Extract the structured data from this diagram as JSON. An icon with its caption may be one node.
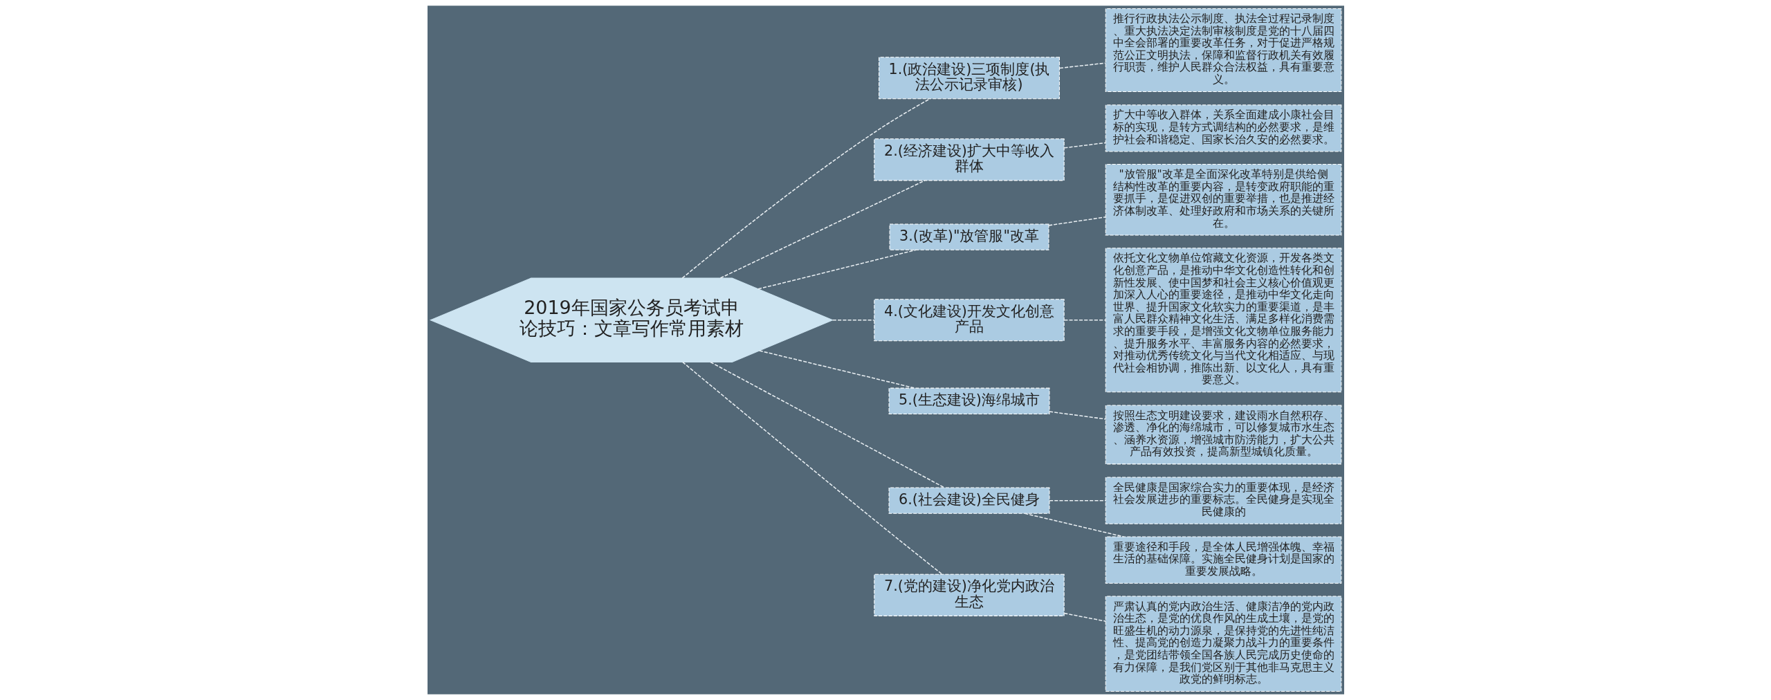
{
  "diagram": {
    "nodes": [
      {
        "text": [
          "2019年国家公务员考试申论技巧：文章写作常用素材"
        ]
      },
      {
        "text": [
          "1.(政治建设)三项制度(执法公示记录审核)"
        ]
      },
      {
        "text": [
          "推行行政执法公示制度、执法全过程记录制度、重大执法决定法制审核制度是党的十八届四中全会部署的重要改革任务，对于促进严格规范公正文明执法，保障和监督行政机关有效履行职责，维护人民群众合法权益，具有重要意义。"
        ]
      },
      {
        "text": [
          "2.(经济建设)扩大中等收入群体"
        ]
      },
      {
        "text": [
          "扩大中等收入群体，关系全面建成小康社会目标的实现，是转方式调结构的必然要求，是维护社会和谐稳定、国家长治久安的必然要求。"
        ]
      },
      {
        "text": [
          "3.(改革)\"放管服\"改革"
        ]
      },
      {
        "text": [
          "\"放管服\"改革是全面深化改革特别是供给侧结构性改革的重要内容，是转变政府职能的重要抓手，是促进双创的重要举措，也是推进经济体制改革、处理好政府和市场关系的关键所在。"
        ]
      },
      {
        "text": [
          "4.(文化建设)开发文化创意产品"
        ]
      },
      {
        "text": [
          "依托文化文物单位馆藏文化资源，开发各类文化创意产品，是推动中华文化创造性转化和创新性发展、使中国梦和社会主义核心价值观更加深入人心的重要途径，是推动中华文化走向世界、提升国家文化软实力的重要渠道，是丰富人民群众精神文化生活、满足多样化消费需求的重要手段，是增强文化文物单位服务能力、提升服务水平、丰富服务内容的必然要求，对推动优秀传统文化与当代文化相适应、与现代社会相协调，推陈出新、以文化人，具有重要意义。"
        ]
      },
      {
        "text": [
          "5.(生态建设)海绵城市"
        ]
      },
      {
        "text": [
          "按照生态文明建设要求，建设雨水自然积存、渗透、净化的海绵城市，可以修复城市水生态、涵养水资源，增强城市防涝能力，扩大公共产品有效投资，提高新型城镇化质量。"
        ]
      },
      {
        "text": [
          "6.(社会建设)全民健身"
        ]
      },
      {
        "text": [
          "全民健康是国家综合实力的重要体现，是经济社会发展进步的重要标志。全民健身是实现全民健康的"
        ]
      },
      {
        "text": [
          "重要途径和手段，是全体人民增强体魄、幸福生活的基础保障。实施全民健身计划是国家的重要发展战略。"
        ]
      },
      {
        "text": [
          "7.(党的建设)净化党内政治生态"
        ]
      },
      {
        "text": [
          "严肃认真的党内政治生活、健康洁净的党内政治生态，是党的优良作风的生成土壤，是党的旺盛生机的动力源泉，是保持党的先进性纯洁性、提高党的创造力凝聚力战斗力的重要条件，是党团结带领全国各族人民完成历史使命的有力保障，是我们党区别于其他非马克思主义政党的鲜明标志。"
        ]
      }
    ],
    "edges": [
      {
        "from": 0,
        "to": 1,
        "arrow": "none",
        "style": "dashed"
      },
      {
        "from": 1,
        "to": 2,
        "arrow": "none",
        "style": "dashed"
      },
      {
        "from": 0,
        "to": 3,
        "arrow": "none",
        "style": "dashed"
      },
      {
        "from": 3,
        "to": 4,
        "arrow": "none",
        "style": "dashed"
      },
      {
        "from": 0,
        "to": 5,
        "arrow": "none",
        "style": "dashed"
      },
      {
        "from": 5,
        "to": 6,
        "arrow": "none",
        "style": "dashed"
      },
      {
        "from": 0,
        "to": 7,
        "arrow": "none",
        "style": "dashed"
      },
      {
        "from": 7,
        "to": 8,
        "arrow": "none",
        "style": "dashed"
      },
      {
        "from": 0,
        "to": 9,
        "arrow": "none",
        "style": "dashed"
      },
      {
        "from": 9,
        "to": 10,
        "arrow": "none",
        "style": "dashed"
      },
      {
        "from": 0,
        "to": 11,
        "arrow": "none",
        "style": "dashed"
      },
      {
        "from": 11,
        "to": 12,
        "arrow": "none",
        "style": "dashed"
      },
      {
        "from": 11,
        "to": 13,
        "arrow": "none",
        "style": "dashed"
      },
      {
        "from": 0,
        "to": 14,
        "arrow": "none",
        "style": "dashed"
      },
      {
        "from": 14,
        "to": 15,
        "arrow": "none",
        "style": "dashed"
      }
    ]
  }
}
